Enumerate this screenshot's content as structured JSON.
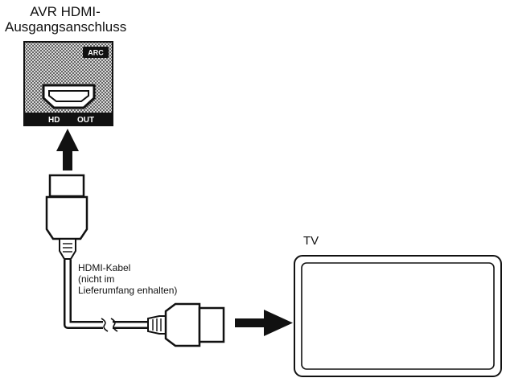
{
  "avr_port_label": {
    "line1": "AVR HDMI-",
    "line2": "Ausgangsanschluss"
  },
  "port_panel": {
    "badge": "ARC",
    "strip_left": "HD",
    "strip_right": "OUT"
  },
  "cable_label": {
    "line1": "HDMI-Kabel",
    "line2": "(nicht im",
    "line3": "Lieferumfang enhalten)"
  },
  "tv_label": "TV",
  "colors": {
    "ink": "#111111",
    "background": "#ffffff",
    "panel_bg": "#d9d9d9"
  }
}
